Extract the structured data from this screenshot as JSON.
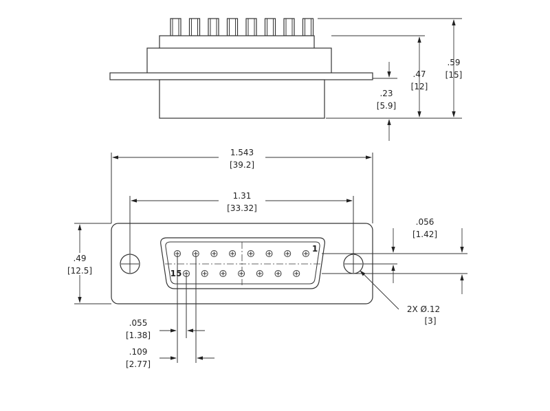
{
  "side_view": {
    "overall_height": {
      "inch": ".59",
      "mm": "[15]"
    },
    "mid_height": {
      "inch": ".47",
      "mm": "[12]"
    },
    "shell_depth": {
      "inch": ".23",
      "mm": "[5.9]"
    }
  },
  "front_view": {
    "flange_width": {
      "inch": "1.543",
      "mm": "[39.2]"
    },
    "hole_spacing": {
      "inch": "1.31",
      "mm": "[33.32]"
    },
    "flange_height": {
      "inch": ".49",
      "mm": "[12.5]"
    },
    "row_offset": {
      "inch": ".056",
      "mm": "[1.42]"
    },
    "mount_hole": {
      "note": "2X Ø.12",
      "mm": "[3]"
    },
    "pin_half_pitch": {
      "inch": ".055",
      "mm": "[1.38]"
    },
    "pin_pitch": {
      "inch": ".109",
      "mm": "[2.77]"
    },
    "pin_first_label": "1",
    "pin_last_label": "15"
  }
}
